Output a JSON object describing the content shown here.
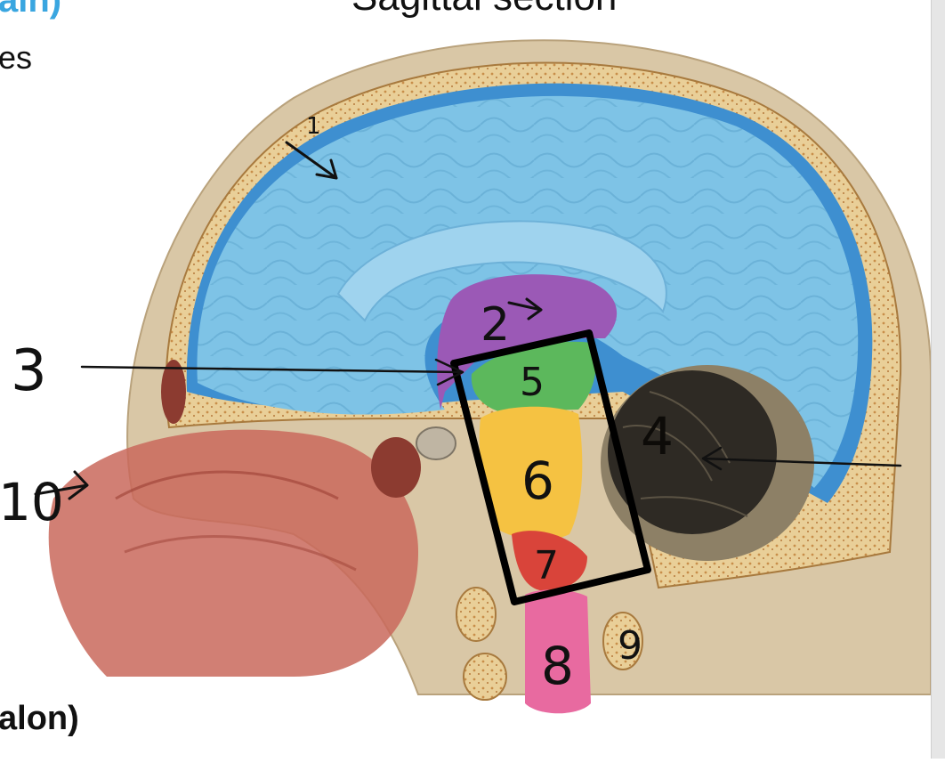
{
  "heading": {
    "left_fragment": "ain)",
    "right_fragment": "Sagittal section"
  },
  "fragments": {
    "top_left": "es",
    "bottom_left": "alon)"
  },
  "labels": [
    {
      "id": "1",
      "text": "1"
    },
    {
      "id": "2",
      "text": "2"
    },
    {
      "id": "3",
      "text": "3"
    },
    {
      "id": "4",
      "text": "4"
    },
    {
      "id": "5",
      "text": "5"
    },
    {
      "id": "6",
      "text": "6"
    },
    {
      "id": "7",
      "text": "7"
    },
    {
      "id": "8",
      "text": "8"
    },
    {
      "id": "9",
      "text": "9"
    },
    {
      "id": "10",
      "text": "10"
    }
  ],
  "colors": {
    "cerebrum": "#7ec3e6",
    "dura": "#3e8fd0",
    "diencephalon": "#9b59b6",
    "midbrain": "#5cb85c",
    "pons": "#f5c242",
    "medulla": "#d9443a",
    "spinal_cord": "#e86aa0",
    "cerebellum": "#2e2a24",
    "skull": "#e9cf98",
    "scalp": "#d9c7a6",
    "nasal": "#c9695c"
  }
}
